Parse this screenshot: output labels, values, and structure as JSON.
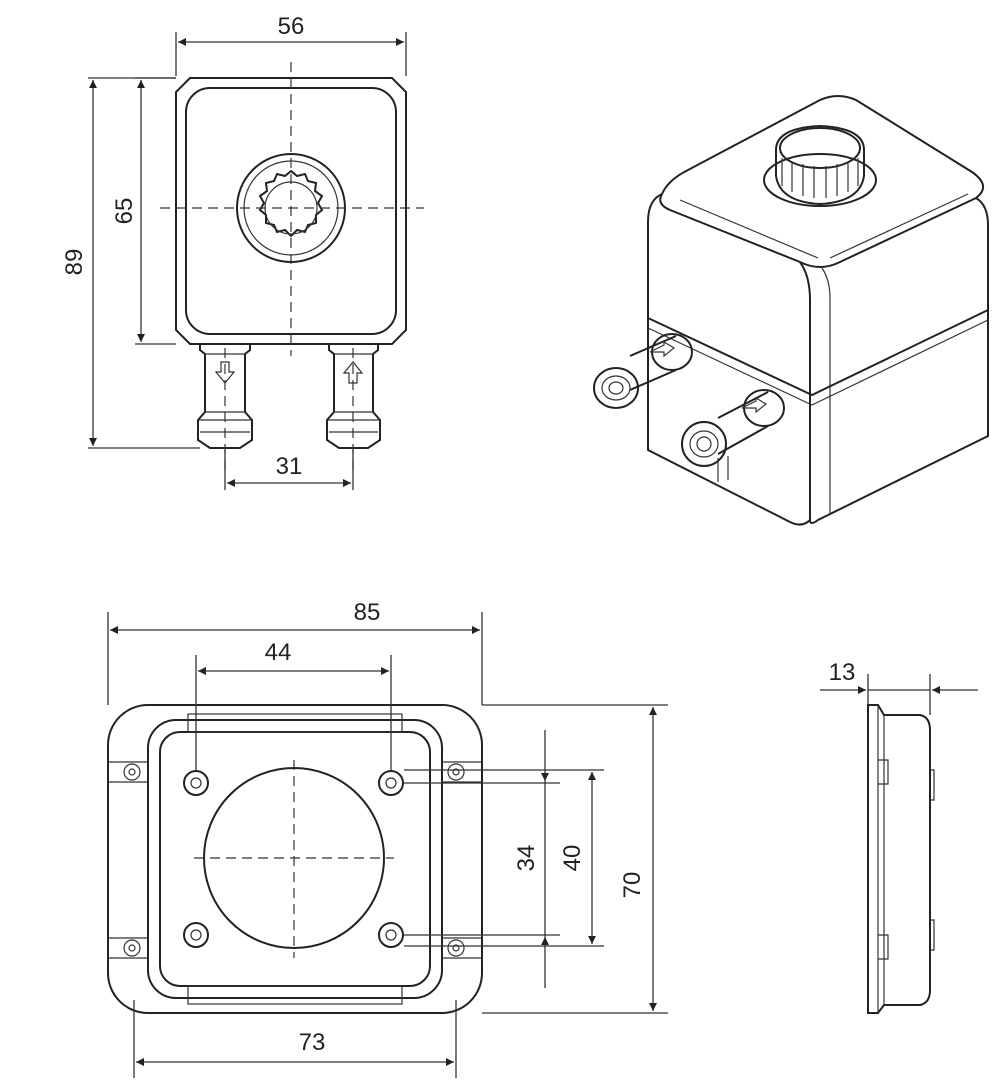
{
  "dimensions": {
    "top_view": {
      "width": "56",
      "inner_height": "65",
      "total_height": "89",
      "port_spacing": "31"
    },
    "bottom_view": {
      "overall_width": "85",
      "hole_spacing_x": "44",
      "hole_spacing_y": "34",
      "inner_height": "40",
      "overall_height": "70",
      "base_width": "73"
    },
    "side_view": {
      "thickness": "13"
    }
  }
}
